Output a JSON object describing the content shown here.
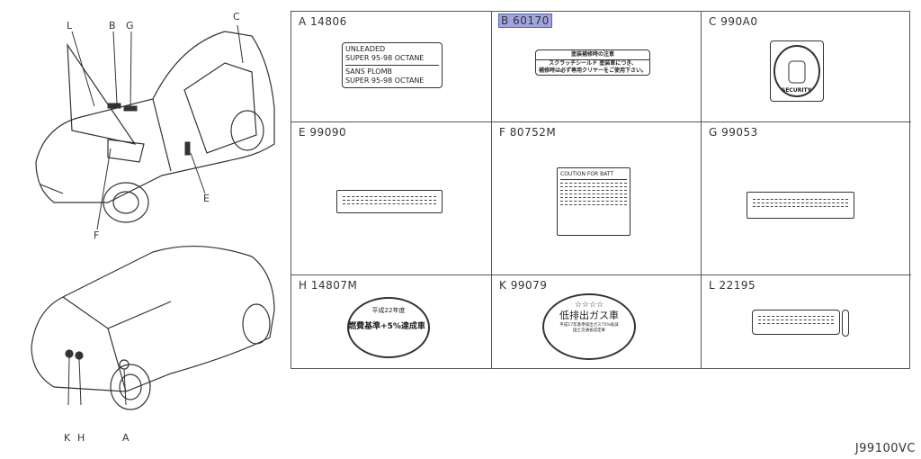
{
  "callouts_front": [
    "L",
    "B",
    "G",
    "C",
    "E",
    "F"
  ],
  "callouts_rear": [
    "K",
    "H",
    "A"
  ],
  "cells": [
    {
      "code_letter": "A",
      "part": "14806"
    },
    {
      "code_letter": "B",
      "part": "60170"
    },
    {
      "code_letter": "C",
      "part": "990A0"
    },
    {
      "code_letter": "E",
      "part": "99090"
    },
    {
      "code_letter": "F",
      "part": "80752M"
    },
    {
      "code_letter": "G",
      "part": "99053"
    },
    {
      "code_letter": "H",
      "part": "14807M"
    },
    {
      "code_letter": "K",
      "part": "99079"
    },
    {
      "code_letter": "L",
      "part": "22195"
    }
  ],
  "labels": {
    "a_lines": [
      "UNLEADED",
      "SUPER 95-98 OCTANE",
      "SANS PLOMB",
      "SUPER 95-98 OCTANE"
    ],
    "b_title": "塗装補修時の注意",
    "b_line1": "スクラッチシールド 塗装車につき、",
    "b_line2": "補修時は必ず専用クリヤーをご使用下さい。",
    "c_text": "SECURITY",
    "f_title": "COUTION FOR BATT",
    "h_top": "平成22年度",
    "h_main": "燃費基準+5%達成車",
    "k_stars": "☆☆☆☆",
    "k_main": "低排出ガス車",
    "k_sub1": "平成17年基準排出ガス75%低減",
    "k_sub2": "国土交通省認定車"
  },
  "highlight_color": "#9fa3e0",
  "diagram_id": "J99100VC"
}
